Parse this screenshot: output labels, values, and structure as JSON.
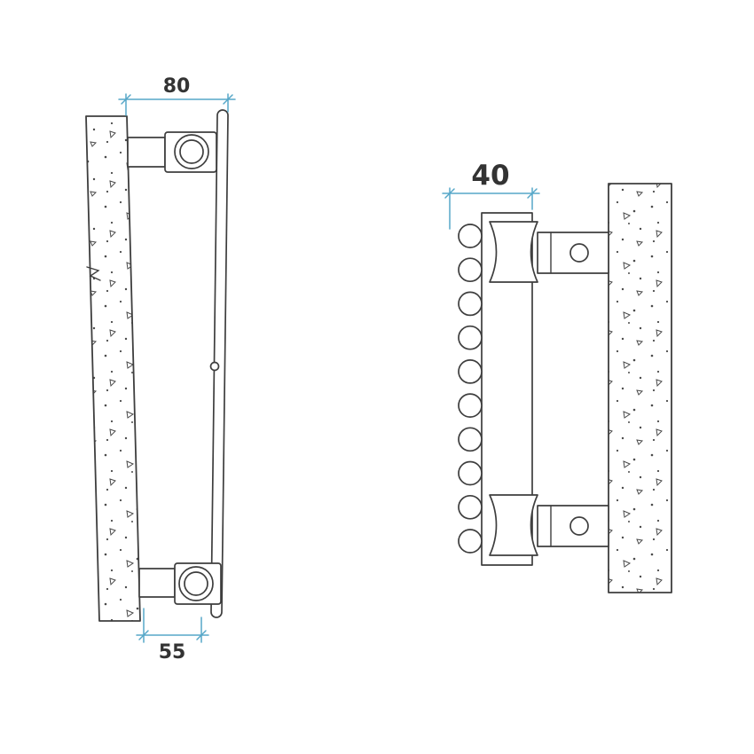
{
  "drawing": {
    "kind": "technical-dimension-drawing",
    "background": "#ffffff",
    "colors": {
      "line": "#3e3e3e",
      "dimension_line": "#56a7c8",
      "label": "#333333"
    },
    "left_view": {
      "dimension_top_label": "80",
      "dimension_bottom_label": "55"
    },
    "right_view": {
      "dimension_top_label": "40",
      "tube_circle_count": 10,
      "bracket_count": 2
    }
  }
}
